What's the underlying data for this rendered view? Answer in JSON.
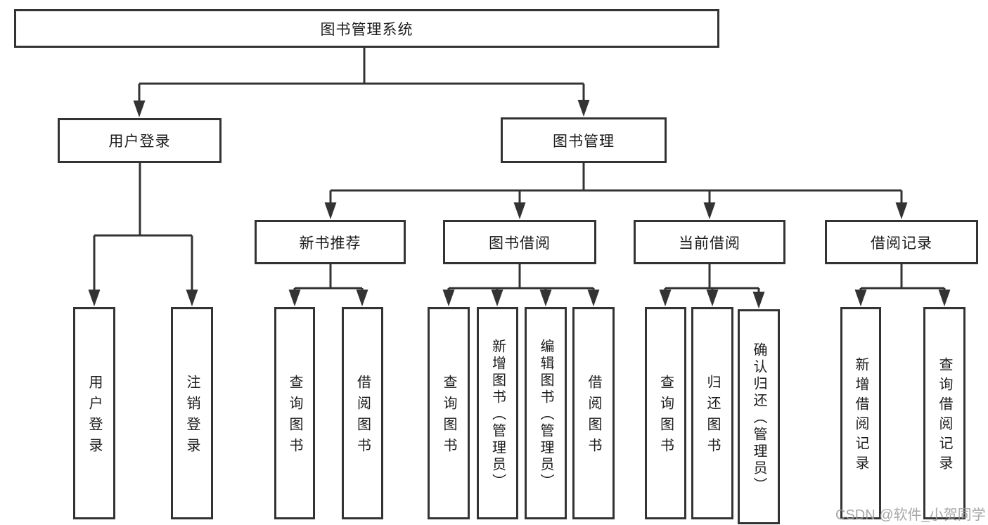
{
  "diagram": {
    "root": "图书管理系统",
    "level1": [
      "用户登录",
      "图书管理"
    ],
    "level2": [
      "新书推荐",
      "图书借阅",
      "当前借阅",
      "借阅记录"
    ],
    "leaves": {
      "user_login": [
        "用户登录",
        "注销登录"
      ],
      "new_book": [
        "查询图书",
        "借阅图书"
      ],
      "book_borrow": [
        "查询图书",
        "新增图书（管理员）",
        "编辑图书（管理员）",
        "借阅图书"
      ],
      "current_borrow": [
        "查询图书",
        "归还图书",
        "确认归还（管理员）"
      ],
      "borrow_record": [
        "新增借阅记录",
        "查询借阅记录"
      ]
    },
    "line_color": "#333333"
  },
  "watermark": "CSDN @软件_小贺同学"
}
